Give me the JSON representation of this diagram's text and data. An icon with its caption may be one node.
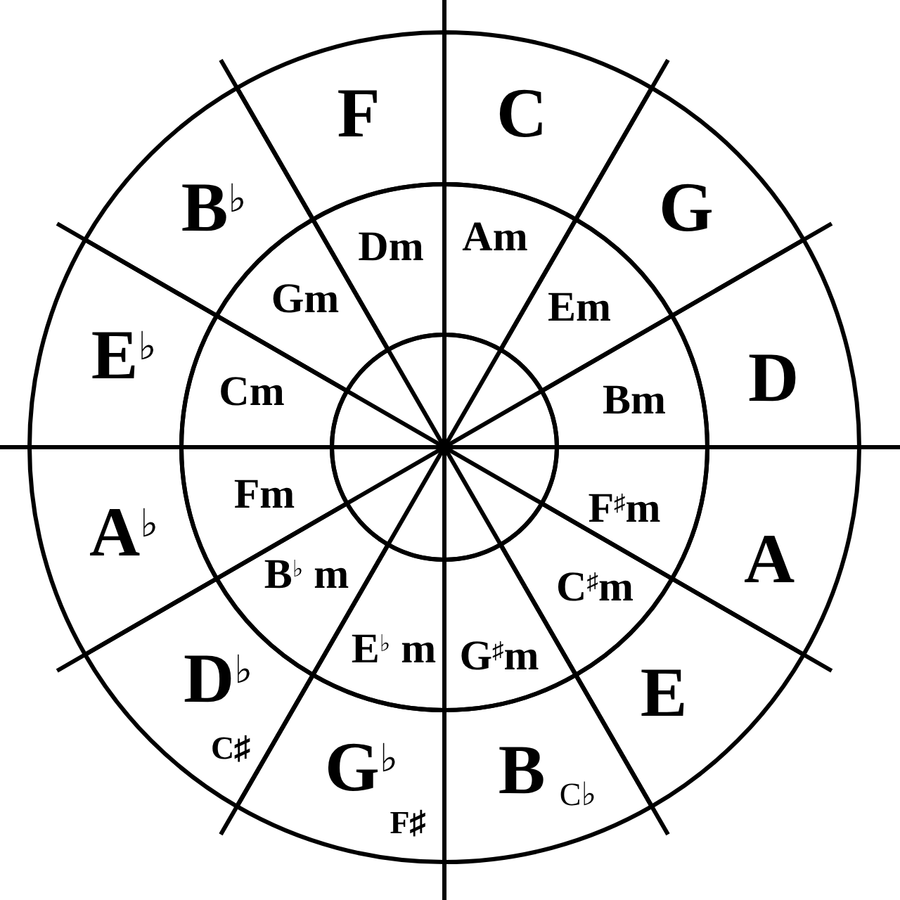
{
  "diagram": {
    "nodes": [
      {
        "text": [
          "C"
        ]
      },
      {
        "text": [
          "G"
        ]
      },
      {
        "text": [
          "D"
        ]
      },
      {
        "text": [
          "A"
        ]
      },
      {
        "text": [
          "E"
        ]
      },
      {
        "text": [
          "B",
          "C♭"
        ]
      },
      {
        "text": [
          "G$^{♭}$",
          "F♯"
        ]
      },
      {
        "text": [
          "D$^{♭}$",
          "C♯"
        ]
      },
      {
        "text": [
          "A$^{♭}$"
        ]
      },
      {
        "text": [
          "E$^{♭}$"
        ]
      },
      {
        "text": [
          "B$^{♭}$"
        ]
      },
      {
        "text": [
          "F"
        ]
      },
      {
        "text": [
          "Am"
        ]
      },
      {
        "text": [
          "Em"
        ]
      },
      {
        "text": [
          "Bm"
        ]
      },
      {
        "text": [
          "F$^{♯}$m"
        ]
      },
      {
        "text": [
          "C$^{♯}$m"
        ]
      },
      {
        "text": [
          "G$^{♯}$m"
        ]
      },
      {
        "text": [
          "E$^{♭}$ m"
        ]
      },
      {
        "text": [
          "B$^{♭}$ m"
        ]
      },
      {
        "text": [
          "Fm"
        ]
      },
      {
        "text": [
          "Cm"
        ]
      },
      {
        "text": [
          "Gm"
        ]
      },
      {
        "text": [
          "Dm"
        ]
      },
      {
        "text": [],
        "shape": "circle"
      }
    ]
  }
}
